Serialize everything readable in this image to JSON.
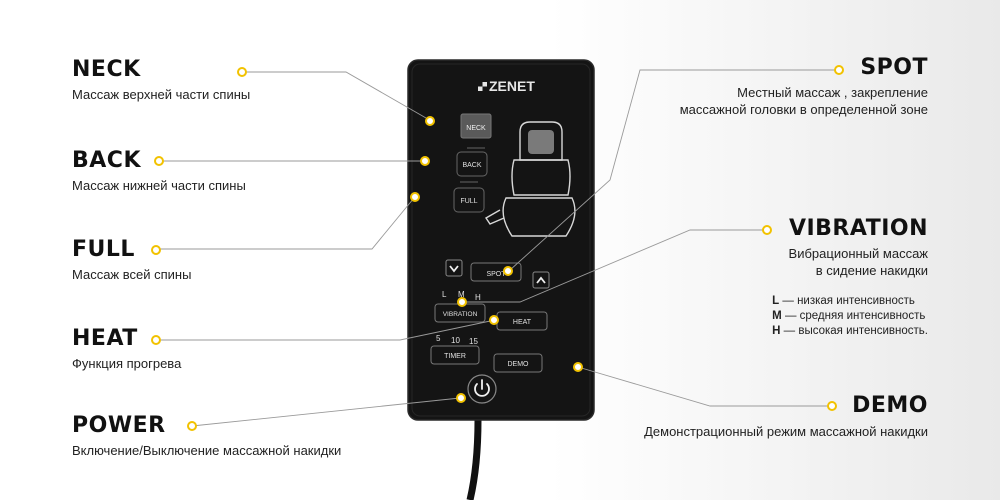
{
  "brand": "ZENET",
  "labels": {
    "neck": {
      "title": "NECK",
      "desc": "Массаж верхней части спины"
    },
    "back": {
      "title": "BACK",
      "desc": "Массаж нижней части спины"
    },
    "full": {
      "title": "FULL",
      "desc": "Массаж всей спины"
    },
    "heat": {
      "title": "HEAT",
      "desc": "Функция прогрева"
    },
    "power": {
      "title": "POWER",
      "desc": "Включение/Выключение массажной накидки"
    },
    "spot": {
      "title": "SPOT",
      "desc_line1": "Местный массаж , закрепление",
      "desc_line2": "массажной головки в определенной зоне"
    },
    "vibration": {
      "title": "VIBRATION",
      "desc_line1": "Вибрационный массаж",
      "desc_line2": "в сидение накидки"
    },
    "demo": {
      "title": "DEMO",
      "desc": "Демонстрационный режим массажной накидки"
    }
  },
  "legend": [
    {
      "key": "L",
      "text": "— низкая интенсивность"
    },
    {
      "key": "M",
      "text": "— средняя интенсивность"
    },
    {
      "key": "H",
      "text": "— высокая интенсивность."
    }
  ],
  "remote": {
    "neck": "NECK",
    "back": "BACK",
    "full": "FULL",
    "spot": "SPOT",
    "vibration": "VIBRATION",
    "heat": "HEAT",
    "timer": "TIMER",
    "demo": "DEMO",
    "levels": [
      "L",
      "M",
      "H"
    ],
    "timers": [
      "5",
      "10",
      "15"
    ],
    "down_arrow": "chevron-down-icon",
    "up_arrow": "chevron-up-icon",
    "power_icon": "power-icon"
  },
  "colors": {
    "accent": "#f2c200",
    "remote_body": "#141414",
    "leader_line": "#9a9a9a"
  }
}
